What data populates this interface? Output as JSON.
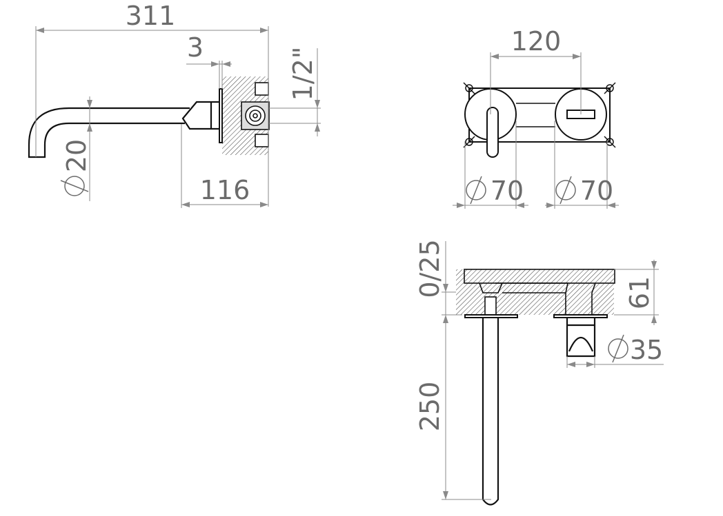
{
  "side_view": {
    "overall_length": "311",
    "plate_thickness": "3",
    "thread_size": "1/2\"",
    "spout_diameter_symbol": "Ø",
    "spout_diameter": "20",
    "body_depth": "116"
  },
  "front_view": {
    "centre_distance": "120",
    "diameter_symbol": "Ø",
    "left_rosette_diameter": "70",
    "right_rosette_diameter": "70"
  },
  "top_view": {
    "wall_finish_range": "0/25",
    "box_depth": "61",
    "handle_diameter_symbol": "Ø",
    "handle_diameter": "35",
    "spout_projection": "250"
  },
  "colors": {
    "line": "#111111",
    "dimension": "#8a8a8a",
    "label": "#6b6b6b"
  }
}
